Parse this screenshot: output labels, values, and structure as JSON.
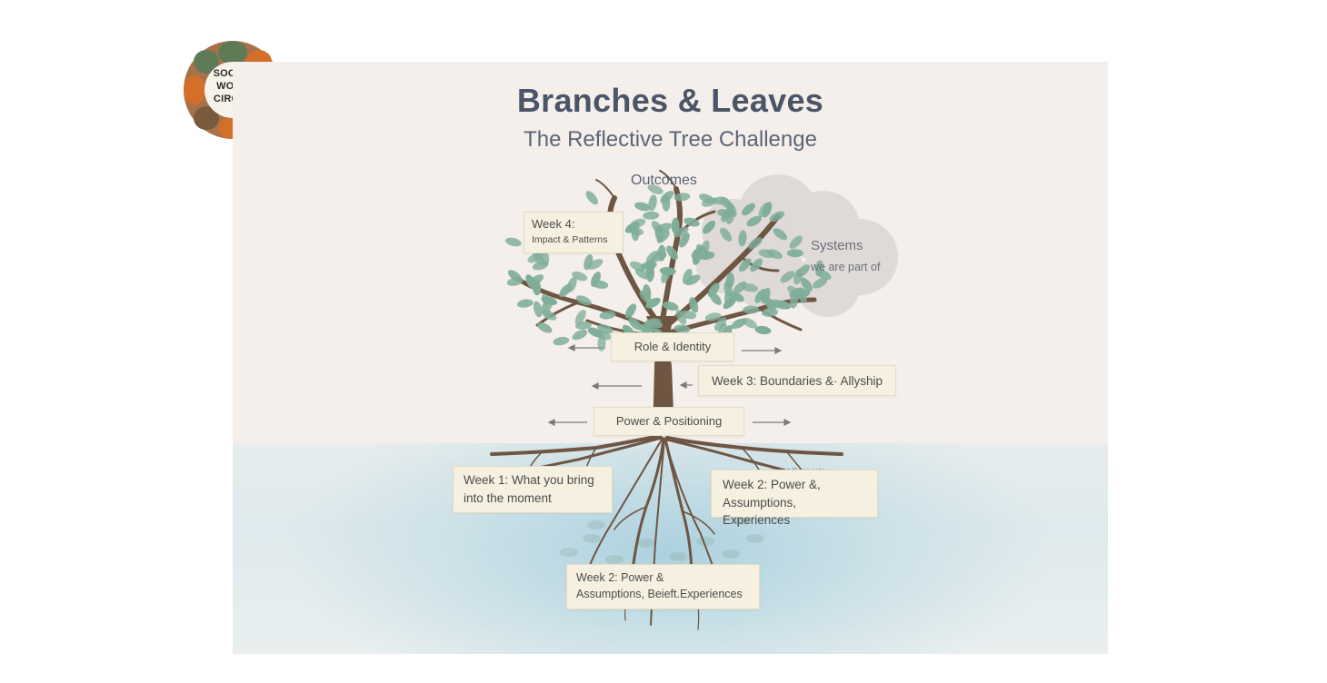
{
  "logo": {
    "line1": "SOCIAL",
    "line2": "WORK",
    "line3": "CIRCLE",
    "colors": [
      "#d46f2a",
      "#a97148",
      "#5e7b55",
      "#7a5a3c"
    ]
  },
  "title": "Branches & Leaves",
  "subtitle": "The Reflective Tree Challenge",
  "labels": {
    "outcomes": "Outcomes",
    "systems": "Systems",
    "systems_sub": "we are part of",
    "faint": "acoet  Doonents"
  },
  "boxes": {
    "week4_line1": "Week 4:",
    "week4_line2": "Impact & Patterns",
    "role": "Role & Identity",
    "week3": "Week 3: Boundaries &· Allyship",
    "power": "Power & Positioning",
    "week1_line1": "Week 1: What you bring",
    "week1_line2": "into the moment",
    "week2a_line1": "Week 2: Power &,",
    "week2a_line2": "Assumptions, Experiences",
    "week2b_line1": "Week 2: Power &",
    "week2b_line2": "Assumptions, Beieft.Experiences"
  },
  "colors": {
    "leaf": "#7eae98",
    "trunk": "#6e5642",
    "cloud": "#dad6d6",
    "water": "#b3d5e0",
    "text": "#4b5568"
  }
}
